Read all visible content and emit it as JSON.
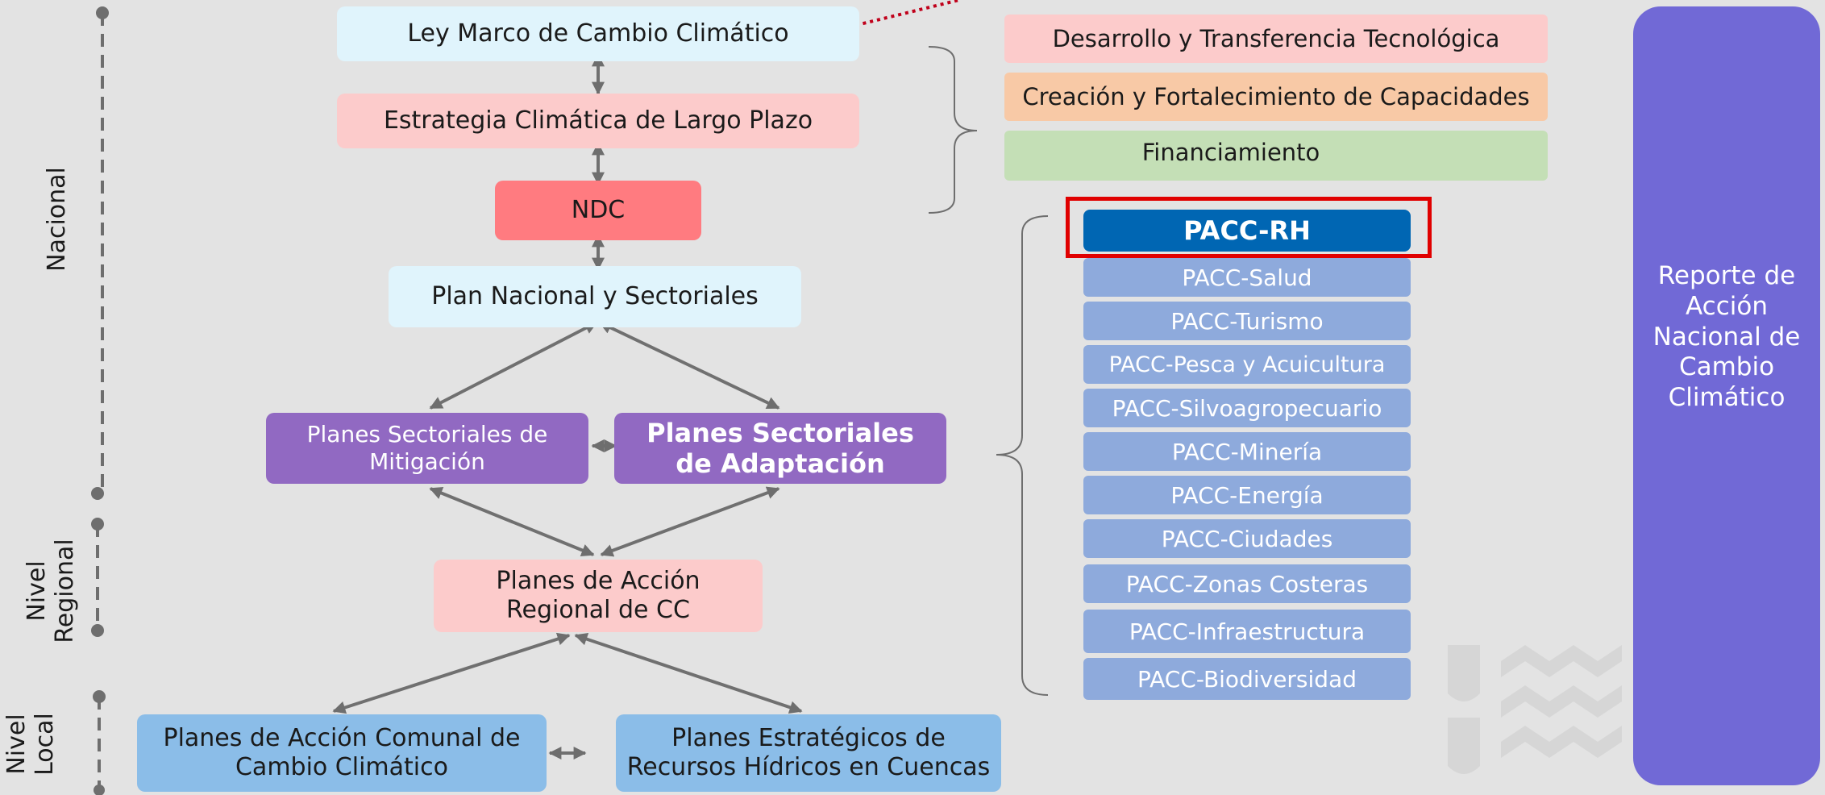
{
  "levels": {
    "nacional": "Nacional",
    "regional": [
      "Nivel",
      "Regional"
    ],
    "local": [
      "Nivel",
      "Local"
    ]
  },
  "hierarchy": {
    "ley_marco": "Ley Marco de Cambio Climático",
    "estrategia": "Estrategia Climática de Largo Plazo",
    "ndc": "NDC",
    "plan_nacional": "Plan Nacional y Sectoriales",
    "mitigacion": [
      "Planes Sectoriales de",
      "Mitigación"
    ],
    "adaptacion": [
      "Planes Sectoriales",
      "de Adaptación"
    ],
    "regional": [
      "Planes de Acción",
      "Regional de CC"
    ],
    "comunal": [
      "Planes de Acción Comunal de",
      "Cambio Climático"
    ],
    "cuencas": [
      "Planes Estratégicos de",
      "Recursos Hídricos en Cuencas"
    ]
  },
  "means": [
    "Desarrollo y Transferencia Tecnológica",
    "Creación y Fortalecimiento de Capacidades",
    "Financiamiento"
  ],
  "pacc": {
    "highlighted": "PACC-RH",
    "items": [
      "PACC-Salud",
      "PACC-Turismo",
      "PACC-Pesca y Acuicultura",
      "PACC-Silvoagropecuario",
      "PACC-Minería",
      "PACC-Energía",
      "PACC-Ciudades",
      "PACC-Zonas Costeras",
      "PACC-Infraestructura",
      "PACC-Biodiversidad"
    ]
  },
  "report": [
    "Reporte de",
    "Acción",
    "Nacional de",
    "Cambio",
    "Climático"
  ],
  "colors": {
    "light_blue": "#e0f4fc",
    "pink": "#fccbcb",
    "ndc_red": "#ff7b80",
    "purple": "#9169c2",
    "sky_blue": "#8bbde8",
    "orange": "#f8c9a6",
    "green": "#c4dfb6",
    "dark_blue": "#0066b3",
    "pacc_blue": "#8eaadc",
    "report_purple": "#7169d6",
    "highlight_red": "#e00000",
    "arrow_grey": "#707070"
  }
}
